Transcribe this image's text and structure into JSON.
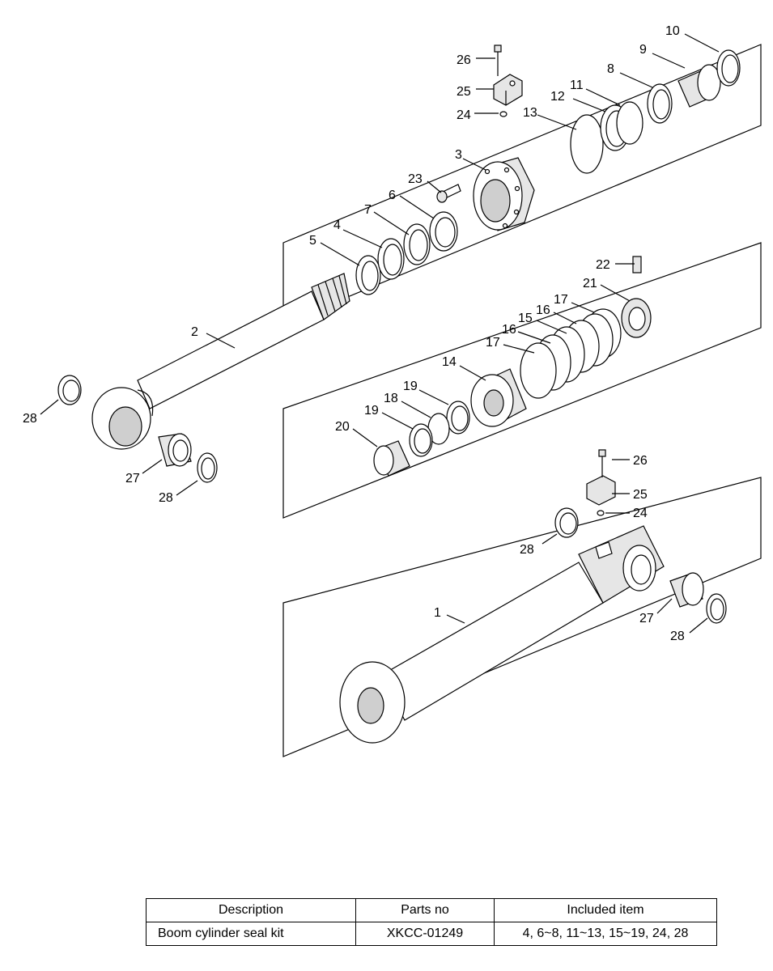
{
  "diagram": {
    "labels": {
      "l1": "1",
      "l2": "2",
      "l3": "3",
      "l4": "4",
      "l5": "5",
      "l6": "6",
      "l7": "7",
      "l8": "8",
      "l9": "9",
      "l10": "10",
      "l11": "11",
      "l12": "12",
      "l13": "13",
      "l14": "14",
      "l15": "15",
      "l16a": "16",
      "l16b": "16",
      "l17a": "17",
      "l17b": "17",
      "l18": "18",
      "l19a": "19",
      "l19b": "19",
      "l20": "20",
      "l21": "21",
      "l22": "22",
      "l23": "23",
      "l24a": "24",
      "l24b": "24",
      "l25a": "25",
      "l25b": "25",
      "l26a": "26",
      "l26b": "26",
      "l27a": "27",
      "l27b": "27",
      "l28a": "28",
      "l28b": "28",
      "l28c": "28",
      "l28d": "28"
    }
  },
  "table": {
    "headers": [
      "Description",
      "Parts no",
      "Included item"
    ],
    "rows": [
      [
        "Boom cylinder seal kit",
        "XKCC-01249",
        "4, 6~8, 11~13, 15~19, 24, 28"
      ]
    ]
  }
}
